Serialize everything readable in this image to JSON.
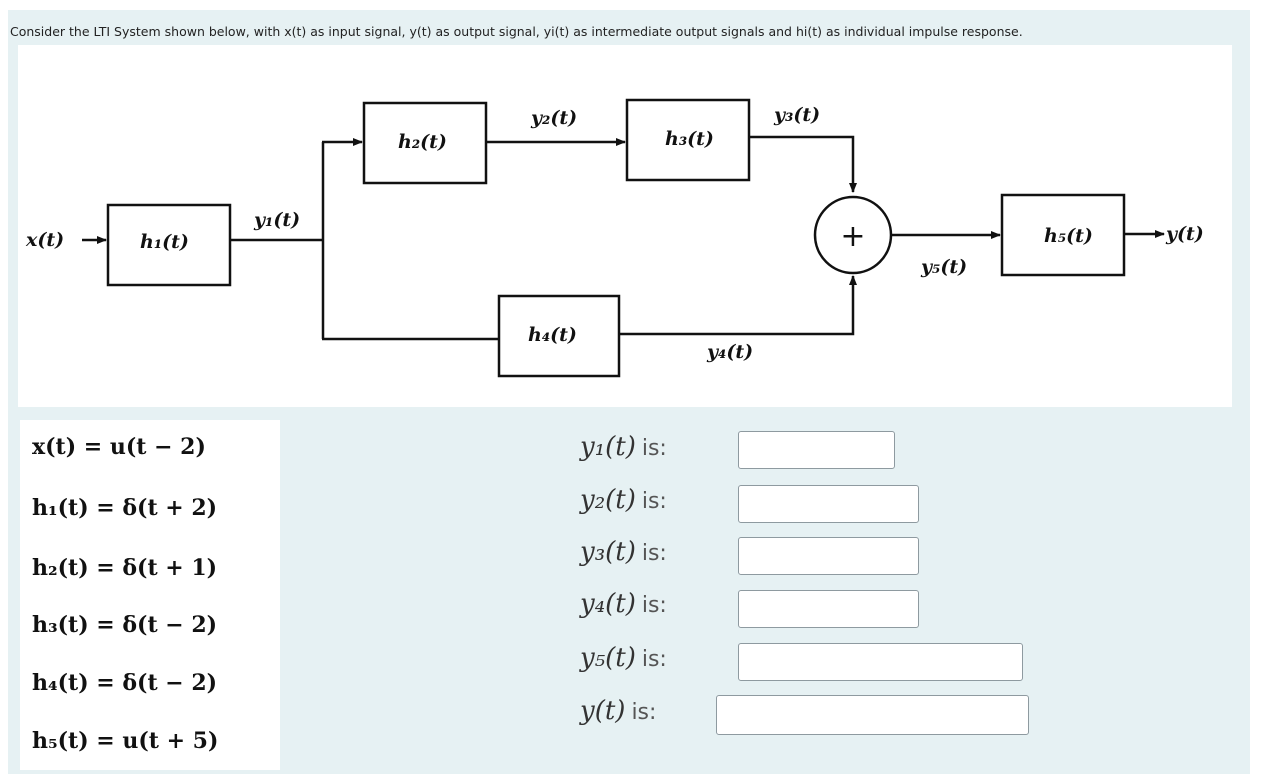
{
  "prompt": "Consider the LTI System shown below, with x(t) as input signal, y(t) as output signal, yi(t) as intermediate output signals and hi(t) as individual impulse response.",
  "diagram": {
    "input_label": "x(t)",
    "output_label": "y(t)",
    "blocks": {
      "h1": "h₁(t)",
      "h2": "h₂(t)",
      "h3": "h₃(t)",
      "h4": "h₄(t)",
      "h5": "h₅(t)"
    },
    "signals": {
      "y1": "y₁(t)",
      "y2": "y₂(t)",
      "y3": "y₃(t)",
      "y4": "y₄(t)",
      "y5": "y₅(t)"
    },
    "summer_symbol": "+"
  },
  "given": [
    "x(t) = u(t − 2)",
    "h₁(t) = δ(t + 2)",
    "h₂(t) = δ(t + 1)",
    "h₃(t) =  δ(t − 2)",
    "h₄(t) = δ(t − 2)",
    "h₅(t) = u(t + 5)"
  ],
  "questions": [
    {
      "label": "y₁(t)",
      "suffix": "is:",
      "value": ""
    },
    {
      "label": "y₂(t)",
      "suffix": "is:",
      "value": ""
    },
    {
      "label": "y₃(t)",
      "suffix": "is:",
      "value": ""
    },
    {
      "label": "y₄(t)",
      "suffix": "is:",
      "value": ""
    },
    {
      "label": "y₅(t)",
      "suffix": "is:",
      "value": ""
    },
    {
      "label": "y(t)",
      "suffix": "is:",
      "value": ""
    }
  ]
}
